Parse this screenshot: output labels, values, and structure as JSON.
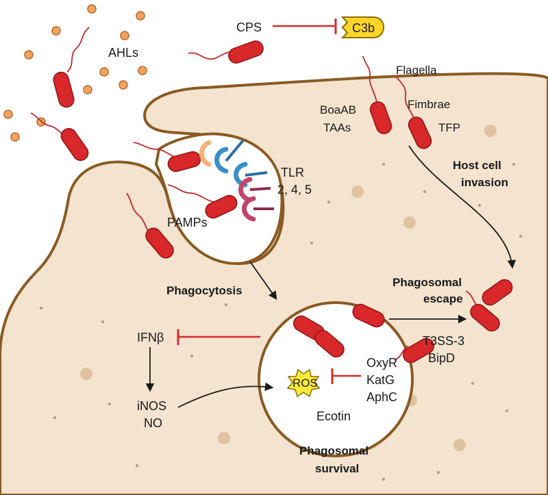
{
  "labels": {
    "ahls": "AHLs",
    "cps": "CPS",
    "c3b": "C3b",
    "flagella": "Flagella",
    "boaab": "BoaAB",
    "taas": "TAAs",
    "fimbrae": "Fimbrae",
    "tfp": "TFP",
    "tlr": "TLR",
    "tlr_numbers": "2, 4, 5",
    "pamps": "PAMPs",
    "host_cell_invasion_1": "Host cell",
    "host_cell_invasion_2": "invasion",
    "phagocytosis": "Phagocytosis",
    "phagosomal_escape_1": "Phagosomal",
    "phagosomal_escape_2": "escape",
    "ifnb": "IFNβ",
    "inos": "iNOS",
    "no": "NO",
    "ros": "ROS",
    "oxyr": "OxyR",
    "katg": "KatG",
    "aphc": "AphC",
    "ecotin": "Ecotin",
    "t3ss3": "T3SS-3",
    "bipd": "BipD",
    "phagosomal_survival_1": "Phagosomal",
    "phagosomal_survival_2": "survival"
  },
  "colors": {
    "cell_fill": "#f3e3cf",
    "cell_border": "#8a5a22",
    "bacterium": "#d8282a",
    "flagellum": "#c0282a",
    "inhibit": "#d8282a",
    "arrow": "#1a1a1a",
    "ahl_dot": "#f4a460",
    "c3b_fill": "#ffd52a",
    "ros_fill": "#ffec3a",
    "vesicle_fill": "#ffffff",
    "spot": "#dfc29f",
    "tlr_blue": "#3b8fc9",
    "tlr_pink": "#c2456c",
    "tlr_peach": "#f2b27a"
  }
}
